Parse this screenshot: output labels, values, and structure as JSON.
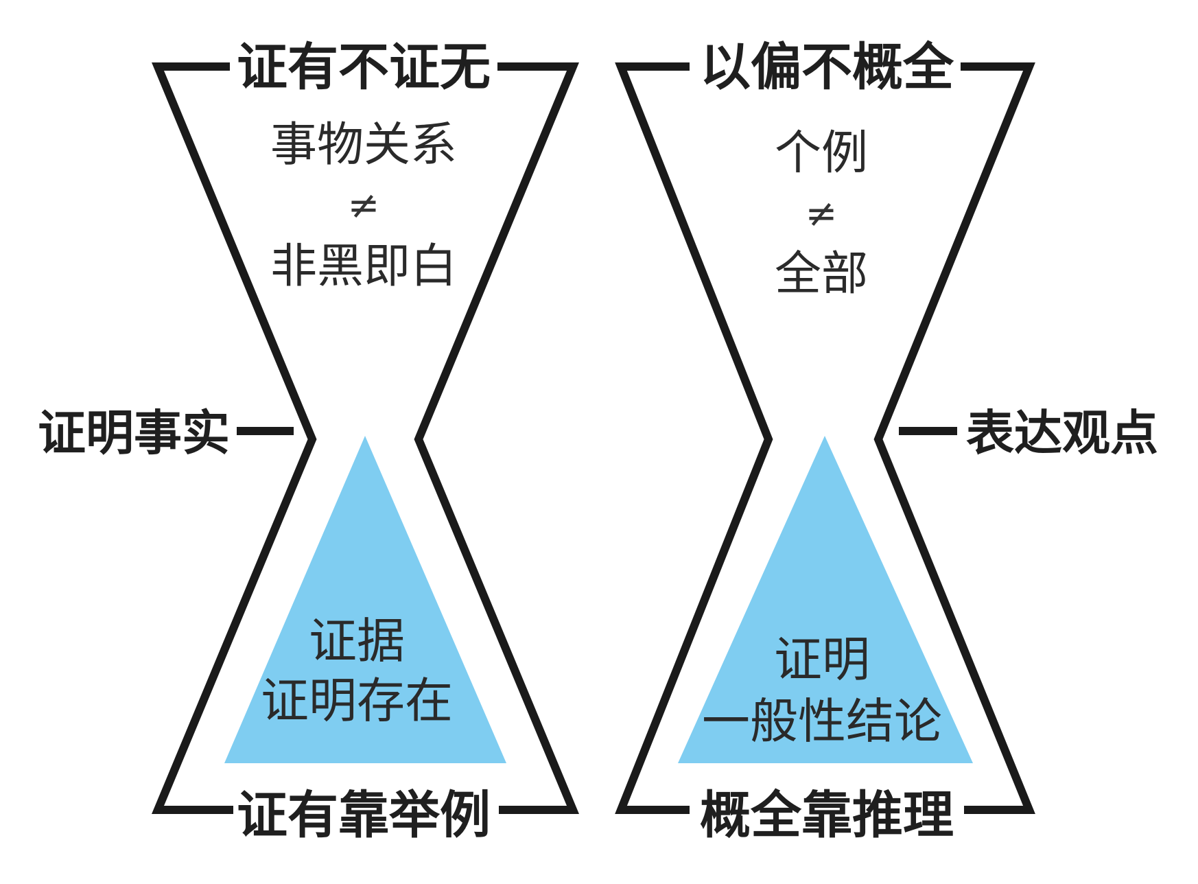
{
  "colors": {
    "outline": "#1a1a1a",
    "triangle_fill": "#7fcdf1",
    "background": "#ffffff"
  },
  "left": {
    "top_label": "证有不证无",
    "upper_line1": "事物关系",
    "upper_symbol": "≠",
    "upper_line2": "非黑即白",
    "side_label": "证明事实",
    "triangle_line1": "证据",
    "triangle_line2": "证明存在",
    "bottom_label": "证有靠举例"
  },
  "right": {
    "top_label": "以偏不概全",
    "upper_line1": "个例",
    "upper_symbol": "≠",
    "upper_line2": "全部",
    "side_label": "表达观点",
    "triangle_line1": "证明",
    "triangle_line2": "一般性结论",
    "bottom_label": "概全靠推理"
  }
}
